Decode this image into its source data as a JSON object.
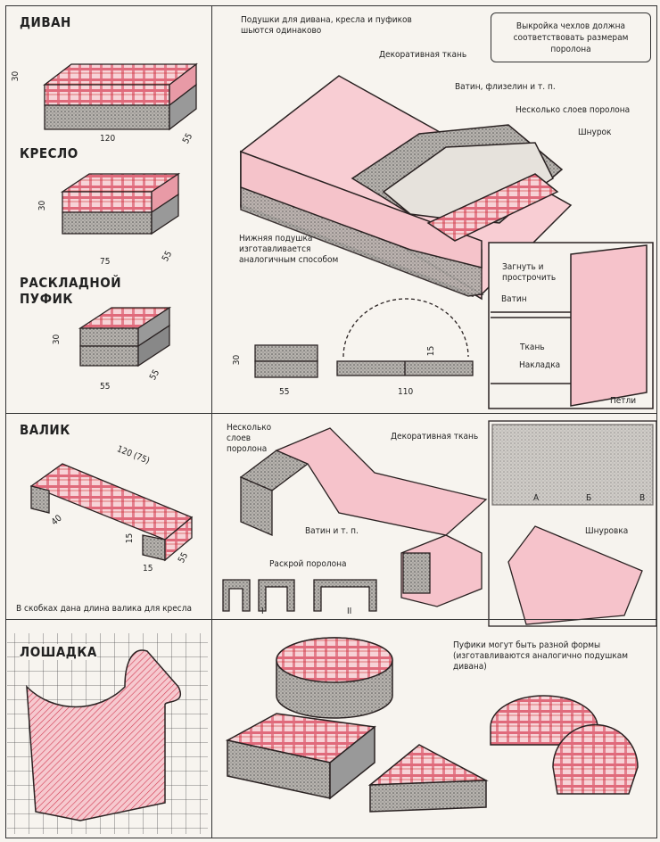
{
  "sofa": {
    "title": "ДИВАН",
    "dims": [
      "30",
      "120",
      "55"
    ]
  },
  "armchair": {
    "title": "КРЕСЛО",
    "dims": [
      "30",
      "75",
      "55"
    ]
  },
  "pouf": {
    "title": "РАСКЛАДНОЙ ПУФИК",
    "dims": [
      "30",
      "55",
      "55"
    ]
  },
  "cushion": {
    "intro": "Подушки для дивана, кресла и пуфиков шьются одинаково",
    "note": "Выкройка чехлов должна соответствовать размерам поролона",
    "labels": {
      "fabric": "Декоративная ткань",
      "batting": "Ватин, флизелин и т. п.",
      "foam": "Несколько слоев поролона",
      "cord": "Шнурок",
      "lower": "Нижняя подушка изготавливается аналогичным способом"
    },
    "detail": {
      "fold": "Загнуть и прострочить",
      "batting": "Ватин",
      "fabric": "Ткань",
      "overlay": "Накладка",
      "loops": "Петли"
    },
    "dims": [
      "30",
      "55",
      "15",
      "110"
    ]
  },
  "bolster": {
    "title": "ВАЛИК",
    "dims": [
      "120 (75)",
      "40",
      "15",
      "15",
      "55"
    ],
    "caption": "В скобках дана длина валика для кресла"
  },
  "bolster_detail": {
    "foam": "Несколько слоев поролона",
    "fabric": "Декоративная ткань",
    "batting": "Ватин и т. п.",
    "cut": "Раскрой поролона",
    "cut_labels": [
      "I",
      "II"
    ],
    "steps": [
      "А",
      "Б",
      "В"
    ],
    "lacing": "Шнуровка"
  },
  "horse": {
    "title": "ЛОШАДКА"
  },
  "poufs": {
    "caption": "Пуфики могут быть разной формы (изготавливаются аналогично подушкам дивана)"
  },
  "colors": {
    "pink": "#f4c6cc",
    "plaid": "#d9455a",
    "grey": "#8d8a86",
    "line": "#2a2222"
  }
}
